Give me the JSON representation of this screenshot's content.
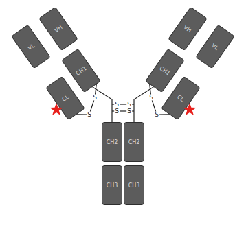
{
  "diagram": {
    "nodes": [
      {
        "text": [
          "VL"
        ]
      },
      {
        "text": [
          "VH"
        ]
      },
      {
        "text": [
          "CH1"
        ]
      },
      {
        "text": [
          "CL"
        ]
      },
      {
        "text": [
          "VH"
        ]
      },
      {
        "text": [
          "VL"
        ]
      },
      {
        "text": [
          "CH1"
        ]
      },
      {
        "text": [
          "CL"
        ]
      },
      {
        "text": [
          "CH2"
        ]
      },
      {
        "text": [
          "CH2"
        ]
      },
      {
        "text": [
          "CH3"
        ]
      },
      {
        "text": [
          "CH3"
        ]
      }
    ],
    "edges": [
      {
        "from": 2,
        "to": 8,
        "arrow": "none"
      },
      {
        "from": 6,
        "to": 9,
        "arrow": "none"
      },
      {
        "from": 3,
        "to": 2,
        "arrow": "none"
      },
      {
        "from": 7,
        "to": 6,
        "arrow": "none"
      }
    ],
    "labels": [
      "S",
      "S",
      "S",
      "S",
      "S",
      "S",
      "S",
      "S"
    ]
  }
}
